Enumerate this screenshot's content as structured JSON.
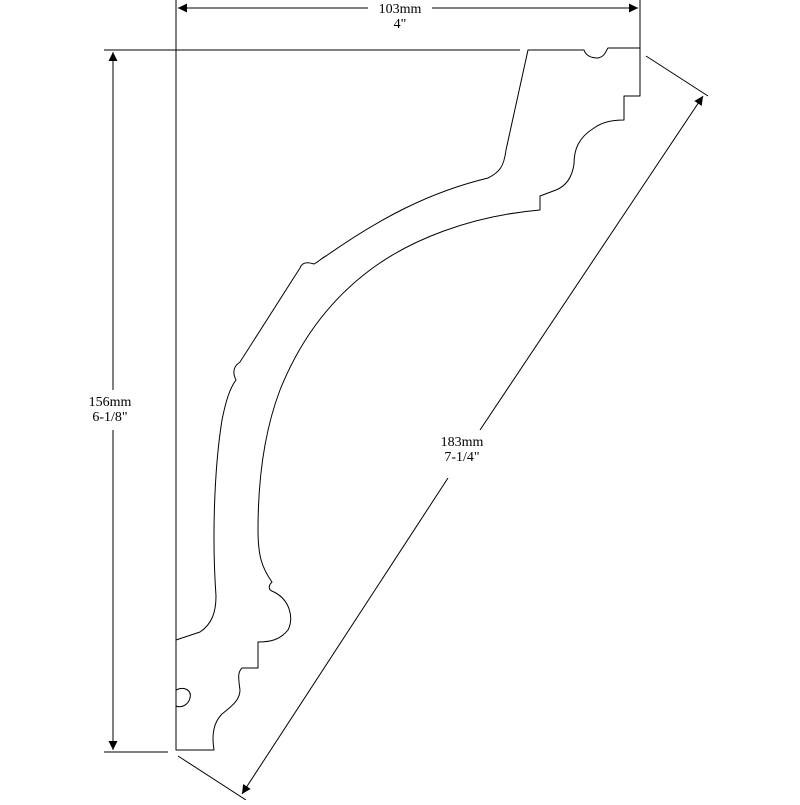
{
  "dimensions": {
    "width": {
      "metric": "103mm",
      "imperial": "4\""
    },
    "height": {
      "metric": "156mm",
      "imperial": "6-1/8\""
    },
    "projection": {
      "metric": "183mm",
      "imperial": "7-1/4\""
    }
  },
  "colors": {
    "stroke": "#000000",
    "background": "#ffffff"
  }
}
